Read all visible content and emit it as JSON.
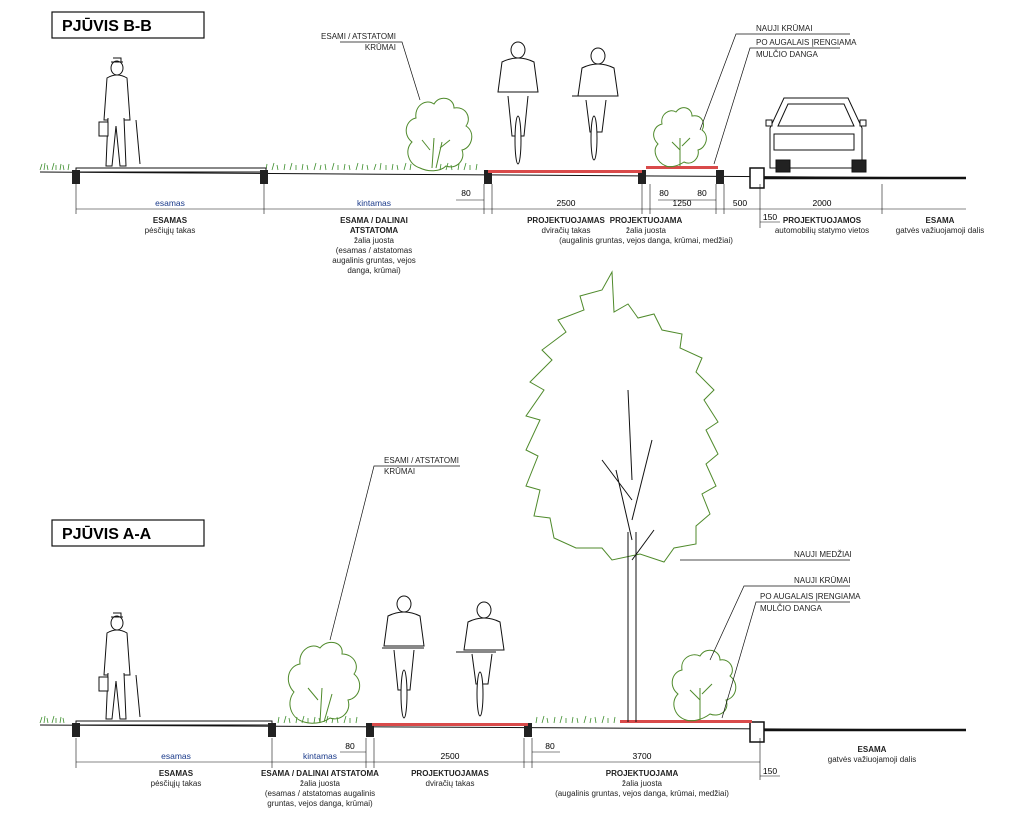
{
  "sectionBB": {
    "title": "PJŪVIS B-B",
    "callouts": {
      "shrubs_existing": [
        "ESAMI / ATSTATOMI",
        "KRŪMAI"
      ],
      "shrubs_new": "NAUJI KRŪMAI",
      "mulch": [
        "PO AUGALAIS ĮRENGIAMA",
        "MULČIO DANGA"
      ]
    },
    "dimensions": {
      "existing": "esamas",
      "variable": "kintamas",
      "d80a": "80",
      "d2500": "2500",
      "d80b": "80",
      "d1250": "1250",
      "d80c": "80",
      "d500": "500",
      "d2000": "2000",
      "d150": "150"
    },
    "zones": {
      "z1": [
        "ESAMAS",
        "pėsčiųjų takas"
      ],
      "z2": [
        "ESAMA / DALINAI",
        "ATSTATOMA",
        "žalia juosta",
        "(esamas / atstatomas",
        "augalinis gruntas, vejos",
        "danga, krūmai)"
      ],
      "z3": [
        "PROJEKTUOJAMAS",
        "dviračių takas"
      ],
      "z4": [
        "PROJEKTUOJAMA",
        "žalia juosta",
        "(augalinis gruntas, vejos danga, krūmai, medžiai)"
      ],
      "z5": [
        "PROJEKTUOJAMOS",
        "automobilių statymo vietos"
      ],
      "z6": [
        "ESAMA",
        "gatvės važiuojamoji dalis"
      ]
    }
  },
  "sectionAA": {
    "title": "PJŪVIS A-A",
    "callouts": {
      "shrubs_existing": [
        "ESAMI / ATSTATOMI",
        "KRŪMAI"
      ],
      "trees_new": "NAUJI MEDŽIAI",
      "shrubs_new": "NAUJI KRŪMAI",
      "mulch": [
        "PO AUGALAIS ĮRENGIAMA",
        "MULČIO DANGA"
      ]
    },
    "dimensions": {
      "existing": "esamas",
      "variable": "kintamas",
      "d80a": "80",
      "d2500": "2500",
      "d80b": "80",
      "d3700": "3700",
      "d150": "150"
    },
    "zones": {
      "z1": [
        "ESAMAS",
        "pėsčiųjų takas"
      ],
      "z2": [
        "ESAMA / DALINAI ATSTATOMA",
        "žalia juosta",
        "(esamas / atstatomas augalinis",
        "gruntas, vejos danga, krūmai)"
      ],
      "z3": [
        "PROJEKTUOJAMAS",
        "dviračių takas"
      ],
      "z4": [
        "PROJEKTUOJAMA",
        "žalia juosta",
        "(augalinis gruntas, vejos danga, krūmai, medžiai)"
      ],
      "z6": [
        "ESAMA",
        "gatvės važiuojamoji dalis"
      ]
    }
  },
  "colors": {
    "bike_lane": "#d94a4a",
    "vegetation": "#4f8a2b",
    "grass": "#3e8f2e",
    "dim_blue": "#1a3a8a",
    "line": "#111111"
  }
}
